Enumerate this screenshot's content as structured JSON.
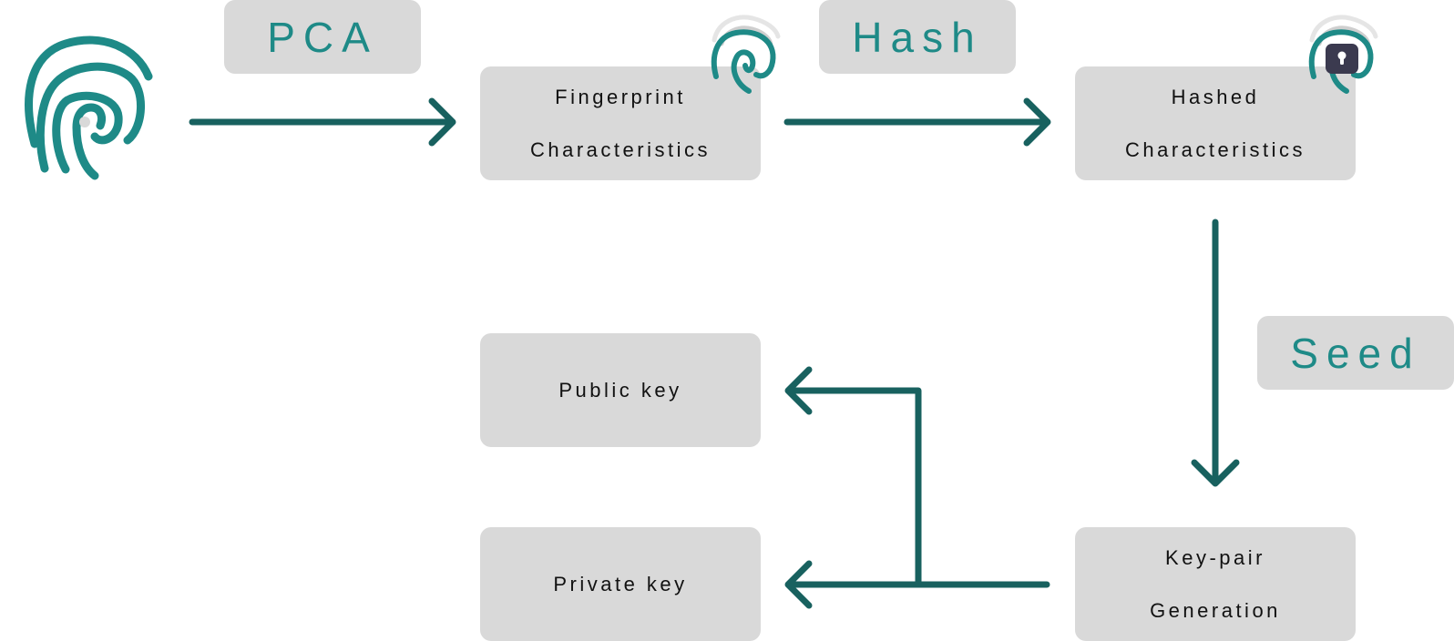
{
  "labels": {
    "pca": "PCA",
    "hash": "Hash",
    "seed": "Seed"
  },
  "boxes": {
    "fingerprint_characteristics": {
      "line1": "Fingerprint",
      "line2": "Characteristics"
    },
    "hashed_characteristics": {
      "line1": "Hashed",
      "line2": "Characteristics"
    },
    "keypair_generation": {
      "line1": "Key-pair",
      "line2": "Generation"
    },
    "public_key": "Public key",
    "private_key": "Private key"
  },
  "colors": {
    "teal": "#1e8a87",
    "arrow": "#18615f",
    "box_bg": "#d9d9d9",
    "lock": "#3b3a4f"
  },
  "icons": [
    "fingerprint-icon",
    "small-fingerprint-icon",
    "locked-fingerprint-icon",
    "lock-icon"
  ]
}
